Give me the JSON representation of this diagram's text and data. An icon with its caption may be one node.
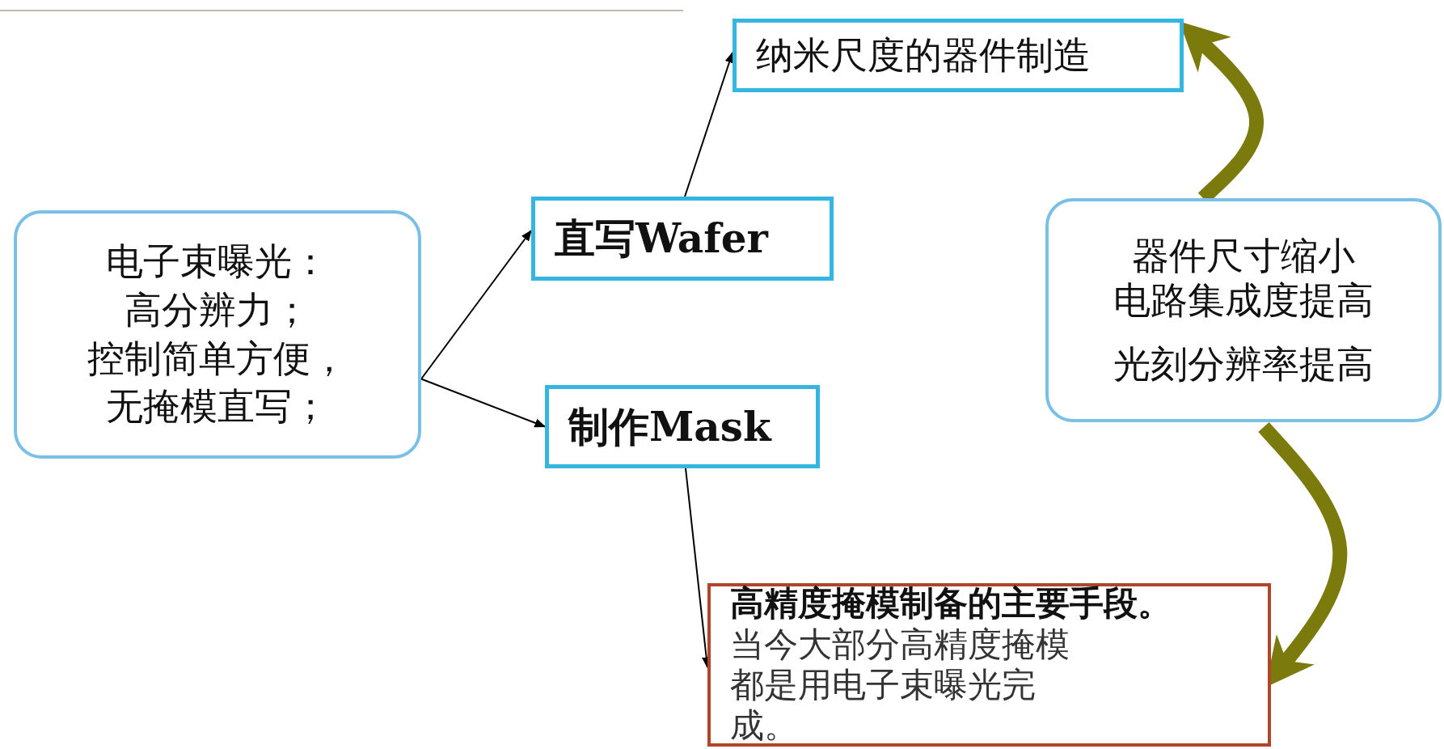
{
  "diagram": {
    "nodes": [
      {
        "text": [
          "电子束曝光：",
          "高分辨力；",
          "控制简单方便，",
          "无掩模直写；"
        ]
      },
      {
        "text": [
          "直写Wafer"
        ]
      },
      {
        "text": [
          "制作Mask"
        ]
      },
      {
        "text": [
          "纳米尺度的器件制造"
        ]
      },
      {
        "text": [
          "器件尺寸缩小",
          "电路集成度提高",
          "光刻分辨率提高"
        ]
      },
      {
        "text": [
          "高精度掩模制备的主要手段。",
          "当今大部分高精度掩模都是用电子束曝光完成。"
        ]
      }
    ],
    "edges": [
      {
        "from": 0,
        "to": 1,
        "arrow": "to"
      },
      {
        "from": 0,
        "to": 2,
        "arrow": "to"
      },
      {
        "from": 1,
        "to": 3,
        "arrow": "to"
      },
      {
        "from": 2,
        "to": 5,
        "arrow": "to"
      },
      {
        "from": 4,
        "to": 3,
        "arrow": "to",
        "style": "thick",
        "color": "#7b7a0c"
      },
      {
        "from": 4,
        "to": 5,
        "arrow": "to",
        "style": "thick",
        "color": "#7b7a0c"
      }
    ]
  }
}
